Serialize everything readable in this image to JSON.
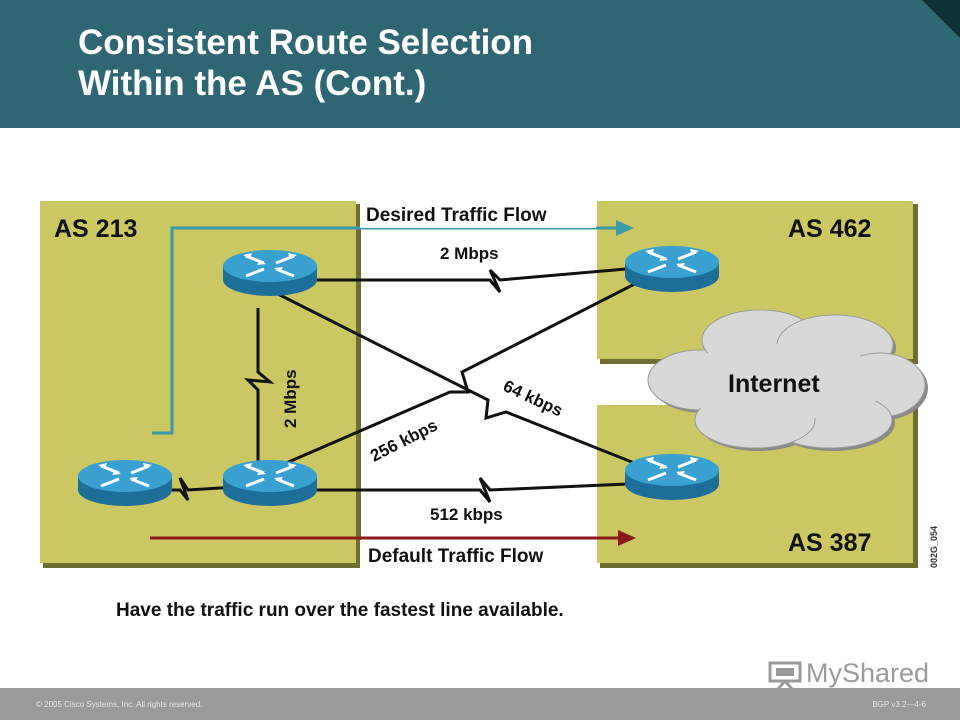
{
  "slide": {
    "title_line1": "Consistent Route Selection",
    "title_line2": "Within the AS (Cont.)",
    "caption": "Have the traffic run over the fastest line available.",
    "footer_left": "© 2005 Cisco Systems, Inc. All rights reserved.",
    "footer_right": "BGP v3.2—4-6",
    "logo_text": "MyShared"
  },
  "diagram": {
    "as_left": "AS 213",
    "as_top_right": "AS 462",
    "as_bottom_right": "AS 387",
    "internet": "Internet",
    "desired_flow": "Desired Traffic Flow",
    "default_flow": "Default Traffic Flow",
    "link_top": "2 Mbps",
    "link_vertical": "2 Mbps",
    "link_256": "256 kbps",
    "link_64": "64 kbps",
    "link_512": "512 kbps",
    "figure_id": "002G_054"
  },
  "colors": {
    "header": "#2e6773",
    "as_fill": "#cbc762",
    "router": "#2a8fc0",
    "desired_flow": "#3a9aa7",
    "default_flow": "#8b1a1a"
  }
}
